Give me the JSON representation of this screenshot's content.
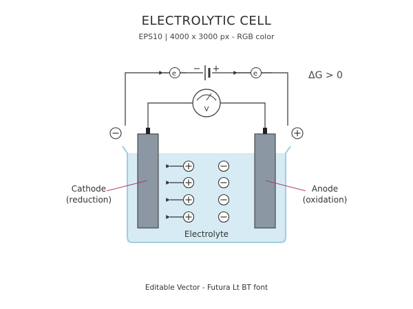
{
  "title": "ELECTROLYTIC CELL",
  "subtitle": "EPS10 | 4000 x 3000 px - RGB color",
  "gibbs": "ΔG > 0",
  "cathode": {
    "line1": "Cathode",
    "line2": "(reduction)"
  },
  "anode": {
    "line1": "Anode",
    "line2": "(oxidation)"
  },
  "electrolyte": "Electrolyte",
  "footer": "Editable Vector - Futura Lt BT font",
  "battery": {
    "negative": "−",
    "positive": "+"
  },
  "electron_symbol": "e",
  "voltmeter_symbol": "V",
  "terminal_negative": "−",
  "terminal_positive": "+",
  "colors": {
    "electrolyte_fill": "#d6ebf3",
    "electrolyte_border": "#9fcde0",
    "electrode_fill": "#8b97a2",
    "pointer_line": "#b03a6e",
    "wire": "#333333"
  }
}
